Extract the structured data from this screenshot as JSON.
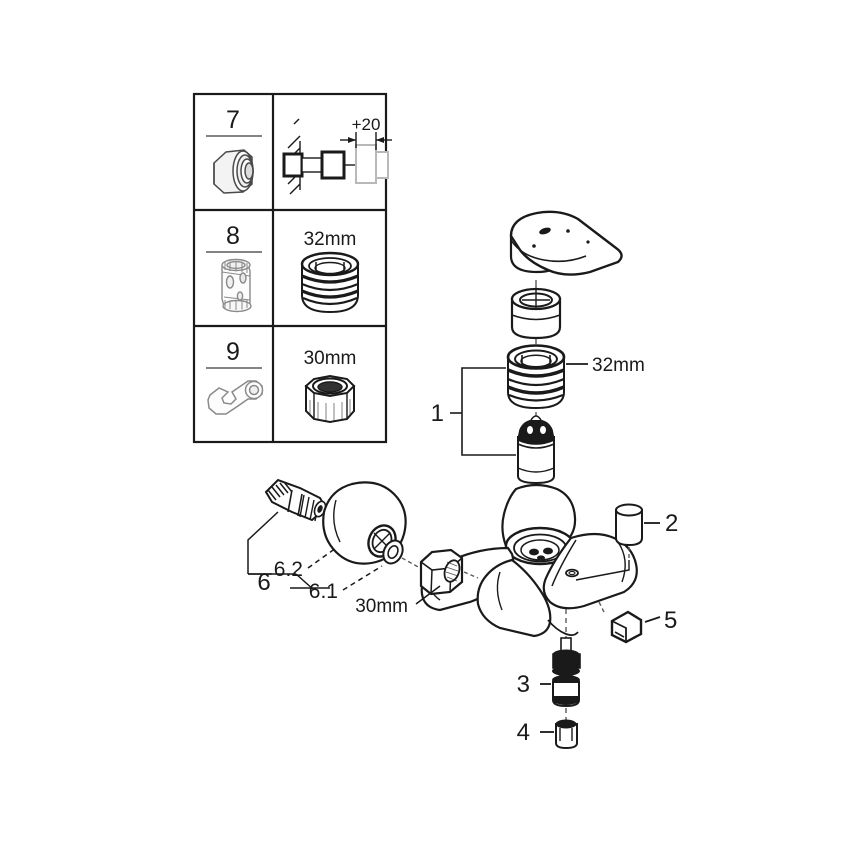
{
  "document": {
    "type": "exploded-parts-diagram",
    "subject": "single-lever bath/shower mixer tap",
    "background_color": "#ffffff",
    "line_color": "#1a1a1a",
    "shade_color": "#9a9a9a"
  },
  "legend_table": {
    "columns": 2,
    "rows": [
      {
        "step_number": "7",
        "left_cell_item": "wall-union-connector-icon",
        "right_cell_item": "wall-mount-offset-diagram",
        "dimension_label": "+20",
        "size_label": ""
      },
      {
        "step_number": "8",
        "left_cell_item": "cartridge-sleeve-tool-icon",
        "right_cell_item": "cartridge-cap-icon",
        "dimension_label": "",
        "size_label": "32mm"
      },
      {
        "step_number": "9",
        "left_cell_item": "combination-wrench-icon",
        "right_cell_item": "hex-nut-icon",
        "dimension_label": "",
        "size_label": "30mm"
      }
    ]
  },
  "callouts": [
    {
      "id": "c1",
      "label": "1",
      "name": "callout-1-cartridge-assembly"
    },
    {
      "id": "c2",
      "label": "2",
      "name": "callout-2-plug-cap"
    },
    {
      "id": "c3",
      "label": "3",
      "name": "callout-3-diverter-cartridge"
    },
    {
      "id": "c4",
      "label": "4",
      "name": "callout-4-diverter-cap"
    },
    {
      "id": "c5",
      "label": "5",
      "name": "callout-5-set-screw-cover"
    },
    {
      "id": "c6",
      "label": "6",
      "name": "callout-6-eccentric-connector-assembly"
    },
    {
      "id": "c61",
      "label": "6.1",
      "name": "callout-6-1-washer"
    },
    {
      "id": "c62",
      "label": "6.2",
      "name": "callout-6-2-escutcheon"
    }
  ],
  "dimension_callouts": [
    {
      "id": "d32",
      "label": "32mm",
      "name": "dimension-32mm-cartridge-cap"
    },
    {
      "id": "d30",
      "label": "30mm",
      "name": "dimension-30mm-union-nut"
    }
  ],
  "parts": [
    {
      "name": "lever-handle"
    },
    {
      "name": "handle-cap-sleeve"
    },
    {
      "name": "cartridge-retaining-cap"
    },
    {
      "name": "mixer-cartridge"
    },
    {
      "name": "mixer-body"
    },
    {
      "name": "plug-cap"
    },
    {
      "name": "diverter-cartridge"
    },
    {
      "name": "diverter-cap"
    },
    {
      "name": "set-screw-cover"
    },
    {
      "name": "eccentric-connector"
    },
    {
      "name": "escutcheon"
    },
    {
      "name": "sealing-washer"
    },
    {
      "name": "union-nut"
    }
  ]
}
